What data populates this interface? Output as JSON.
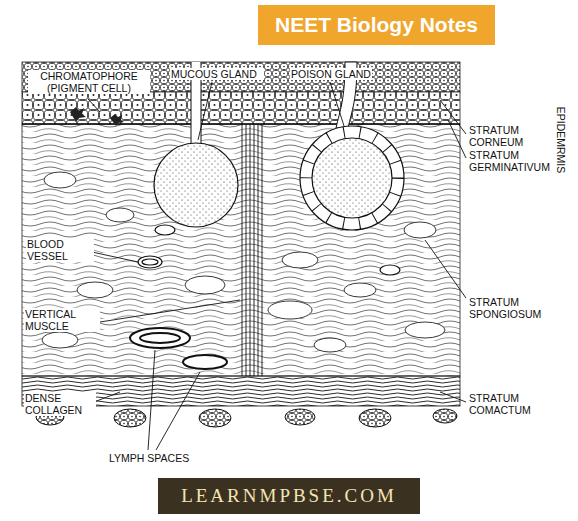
{
  "diagram": {
    "nodes": [
      {
        "text": [
          "NEET Biology Notes"
        ]
      },
      {
        "text": [
          "LEARNMPBSE.COM"
        ]
      }
    ],
    "labels": [
      "CHROMATOPHORE (PIGMENT CELL)",
      "MUCOUS GLAND",
      "POISON GLAND",
      "STRATUM CORNEUM",
      "STRATUM GERMINATIVUM",
      "EPIDEMRMIS",
      "BLOOD VESSEL",
      "VERTICAL MUSCLE",
      "STRATUM SPONGIOSUM",
      "DENSE COLLAGEN",
      "STRATUM COMACTUM",
      "LYMPH SPACES"
    ]
  }
}
